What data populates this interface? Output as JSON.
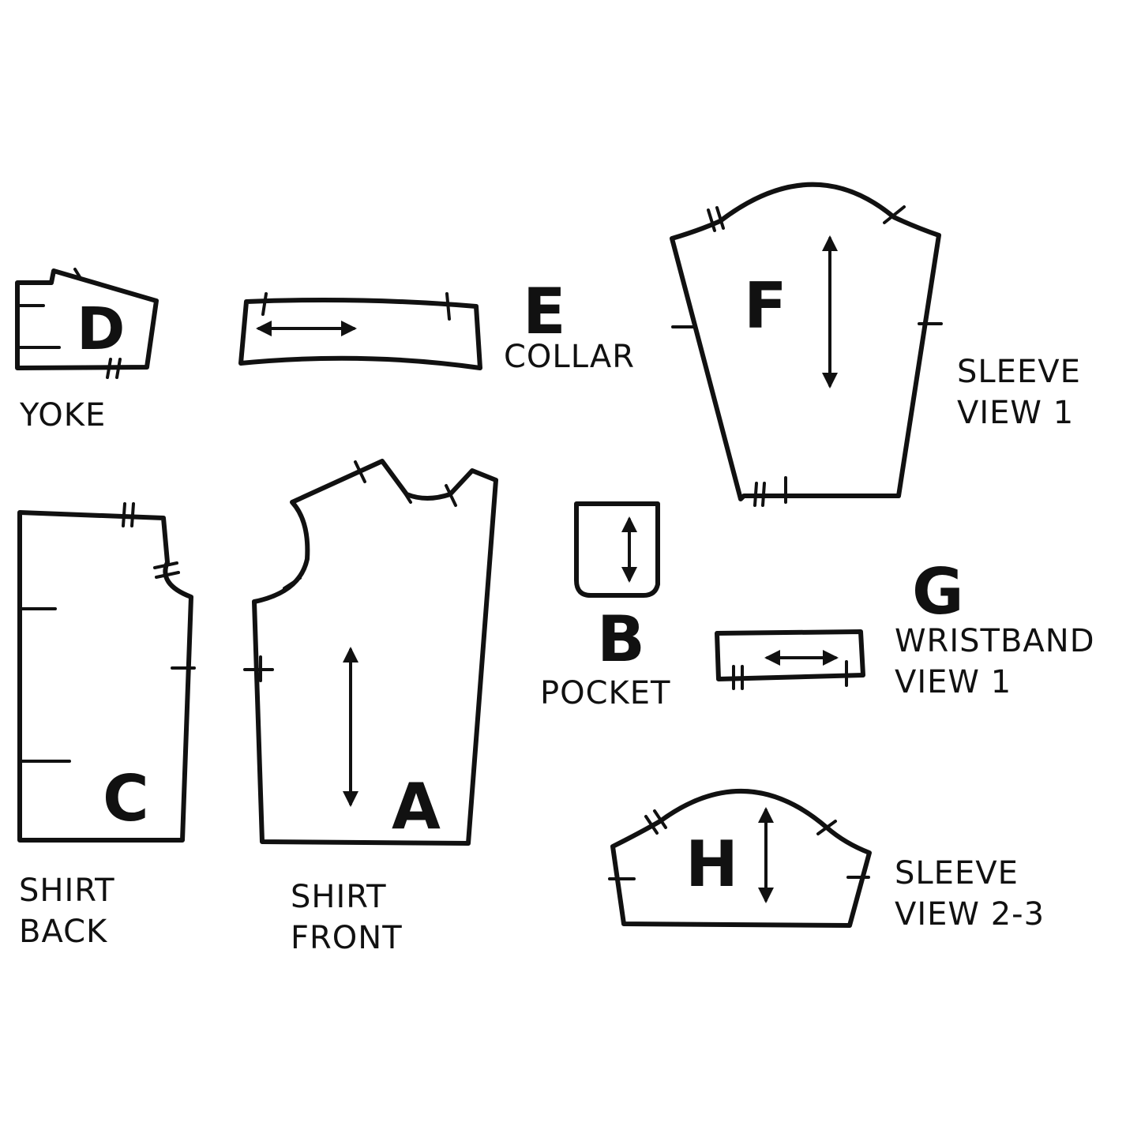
{
  "pieces": {
    "A": {
      "letter": "A",
      "name_line1": "SHIRT",
      "name_line2": "FRONT"
    },
    "B": {
      "letter": "B",
      "name": "POCKET"
    },
    "C": {
      "letter": "C",
      "name_line1": "SHIRT",
      "name_line2": "BACK"
    },
    "D": {
      "letter": "D",
      "name": "YOKE"
    },
    "E": {
      "letter": "E",
      "name": "COLLAR"
    },
    "F": {
      "letter": "F",
      "name_line1": "SLEEVE",
      "name_line2": "VIEW 1"
    },
    "G": {
      "letter": "G",
      "name_line1": "WRISTBAND",
      "name_line2": "VIEW 1"
    },
    "H": {
      "letter": "H",
      "name_line1": "SLEEVE",
      "name_line2": "VIEW 2-3"
    }
  },
  "colors": {
    "ink": "#111111",
    "paper": "#ffffff"
  }
}
